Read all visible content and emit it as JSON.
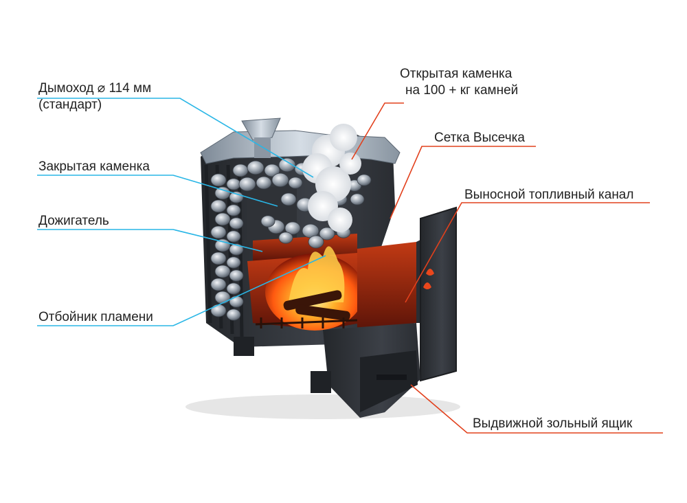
{
  "colors": {
    "left_leader": "#29b6e6",
    "right_leader": "#e2401c",
    "body_dark": "#2b2e33",
    "body_mid": "#3a3e44",
    "steel": "#aab4c0",
    "fire_hot": "#ffb02a",
    "fire_core": "#ff6a10",
    "ember": "#8a1a08",
    "stone": "#9aa3ad"
  },
  "labels": {
    "chimney_line1": "Дымоход  ⌀ 114 мм",
    "chimney_line2": "(стандарт)",
    "closed_heater": "Закрытая каменка",
    "afterburner": "Дожигатель",
    "flame_deflector": "Отбойник пламени",
    "open_heater_line1": "Открытая каменка",
    "open_heater_line2": "на 100 + кг камней",
    "mesh": "Сетка Высечка",
    "remote_fuel_channel": "Выносной топливный канал",
    "ash_drawer": "Выдвижной зольный ящик"
  }
}
